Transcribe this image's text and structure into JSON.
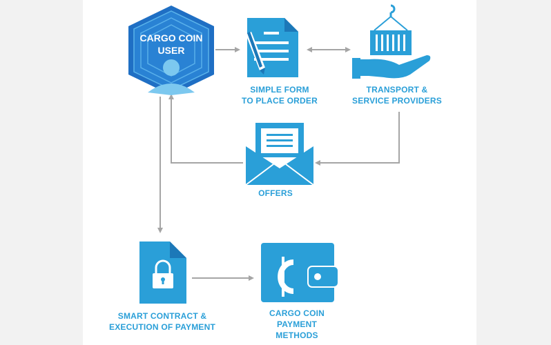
{
  "diagram": {
    "nodes": {
      "user": {
        "label_line1": "CARGO COIN",
        "label_line2": "USER",
        "icon": "hexagon-user-icon"
      },
      "form": {
        "label_line1": "SIMPLE FORM",
        "label_line2": "TO PLACE ORDER",
        "icon": "document-pen-icon"
      },
      "transport": {
        "label_line1": "TRANSPORT &",
        "label_line2": "SERVICE PROVIDERS",
        "icon": "container-hand-icon"
      },
      "offers": {
        "label_line1": "OFFERS",
        "icon": "envelope-icon"
      },
      "contract": {
        "label_line1": "SMART CONTRACT &",
        "label_line2": "EXECUTION OF PAYMENT",
        "icon": "locked-document-icon"
      },
      "payment": {
        "label_line1": "CARGO COIN",
        "label_line2": "PAYMENT",
        "label_line3": "METHODS",
        "icon": "wallet-coin-icon"
      }
    },
    "edges": [
      {
        "from": "user",
        "to": "form"
      },
      {
        "from": "form",
        "to": "transport",
        "bidirectional": true
      },
      {
        "from": "transport",
        "to": "offers"
      },
      {
        "from": "offers",
        "to": "user"
      },
      {
        "from": "user",
        "to": "contract"
      },
      {
        "from": "contract",
        "to": "payment"
      }
    ],
    "colors": {
      "accent": "#2a9fd8",
      "accent_dark": "#1f6fc4",
      "arrow": "#a5a5a5",
      "background": "#ffffff"
    }
  }
}
